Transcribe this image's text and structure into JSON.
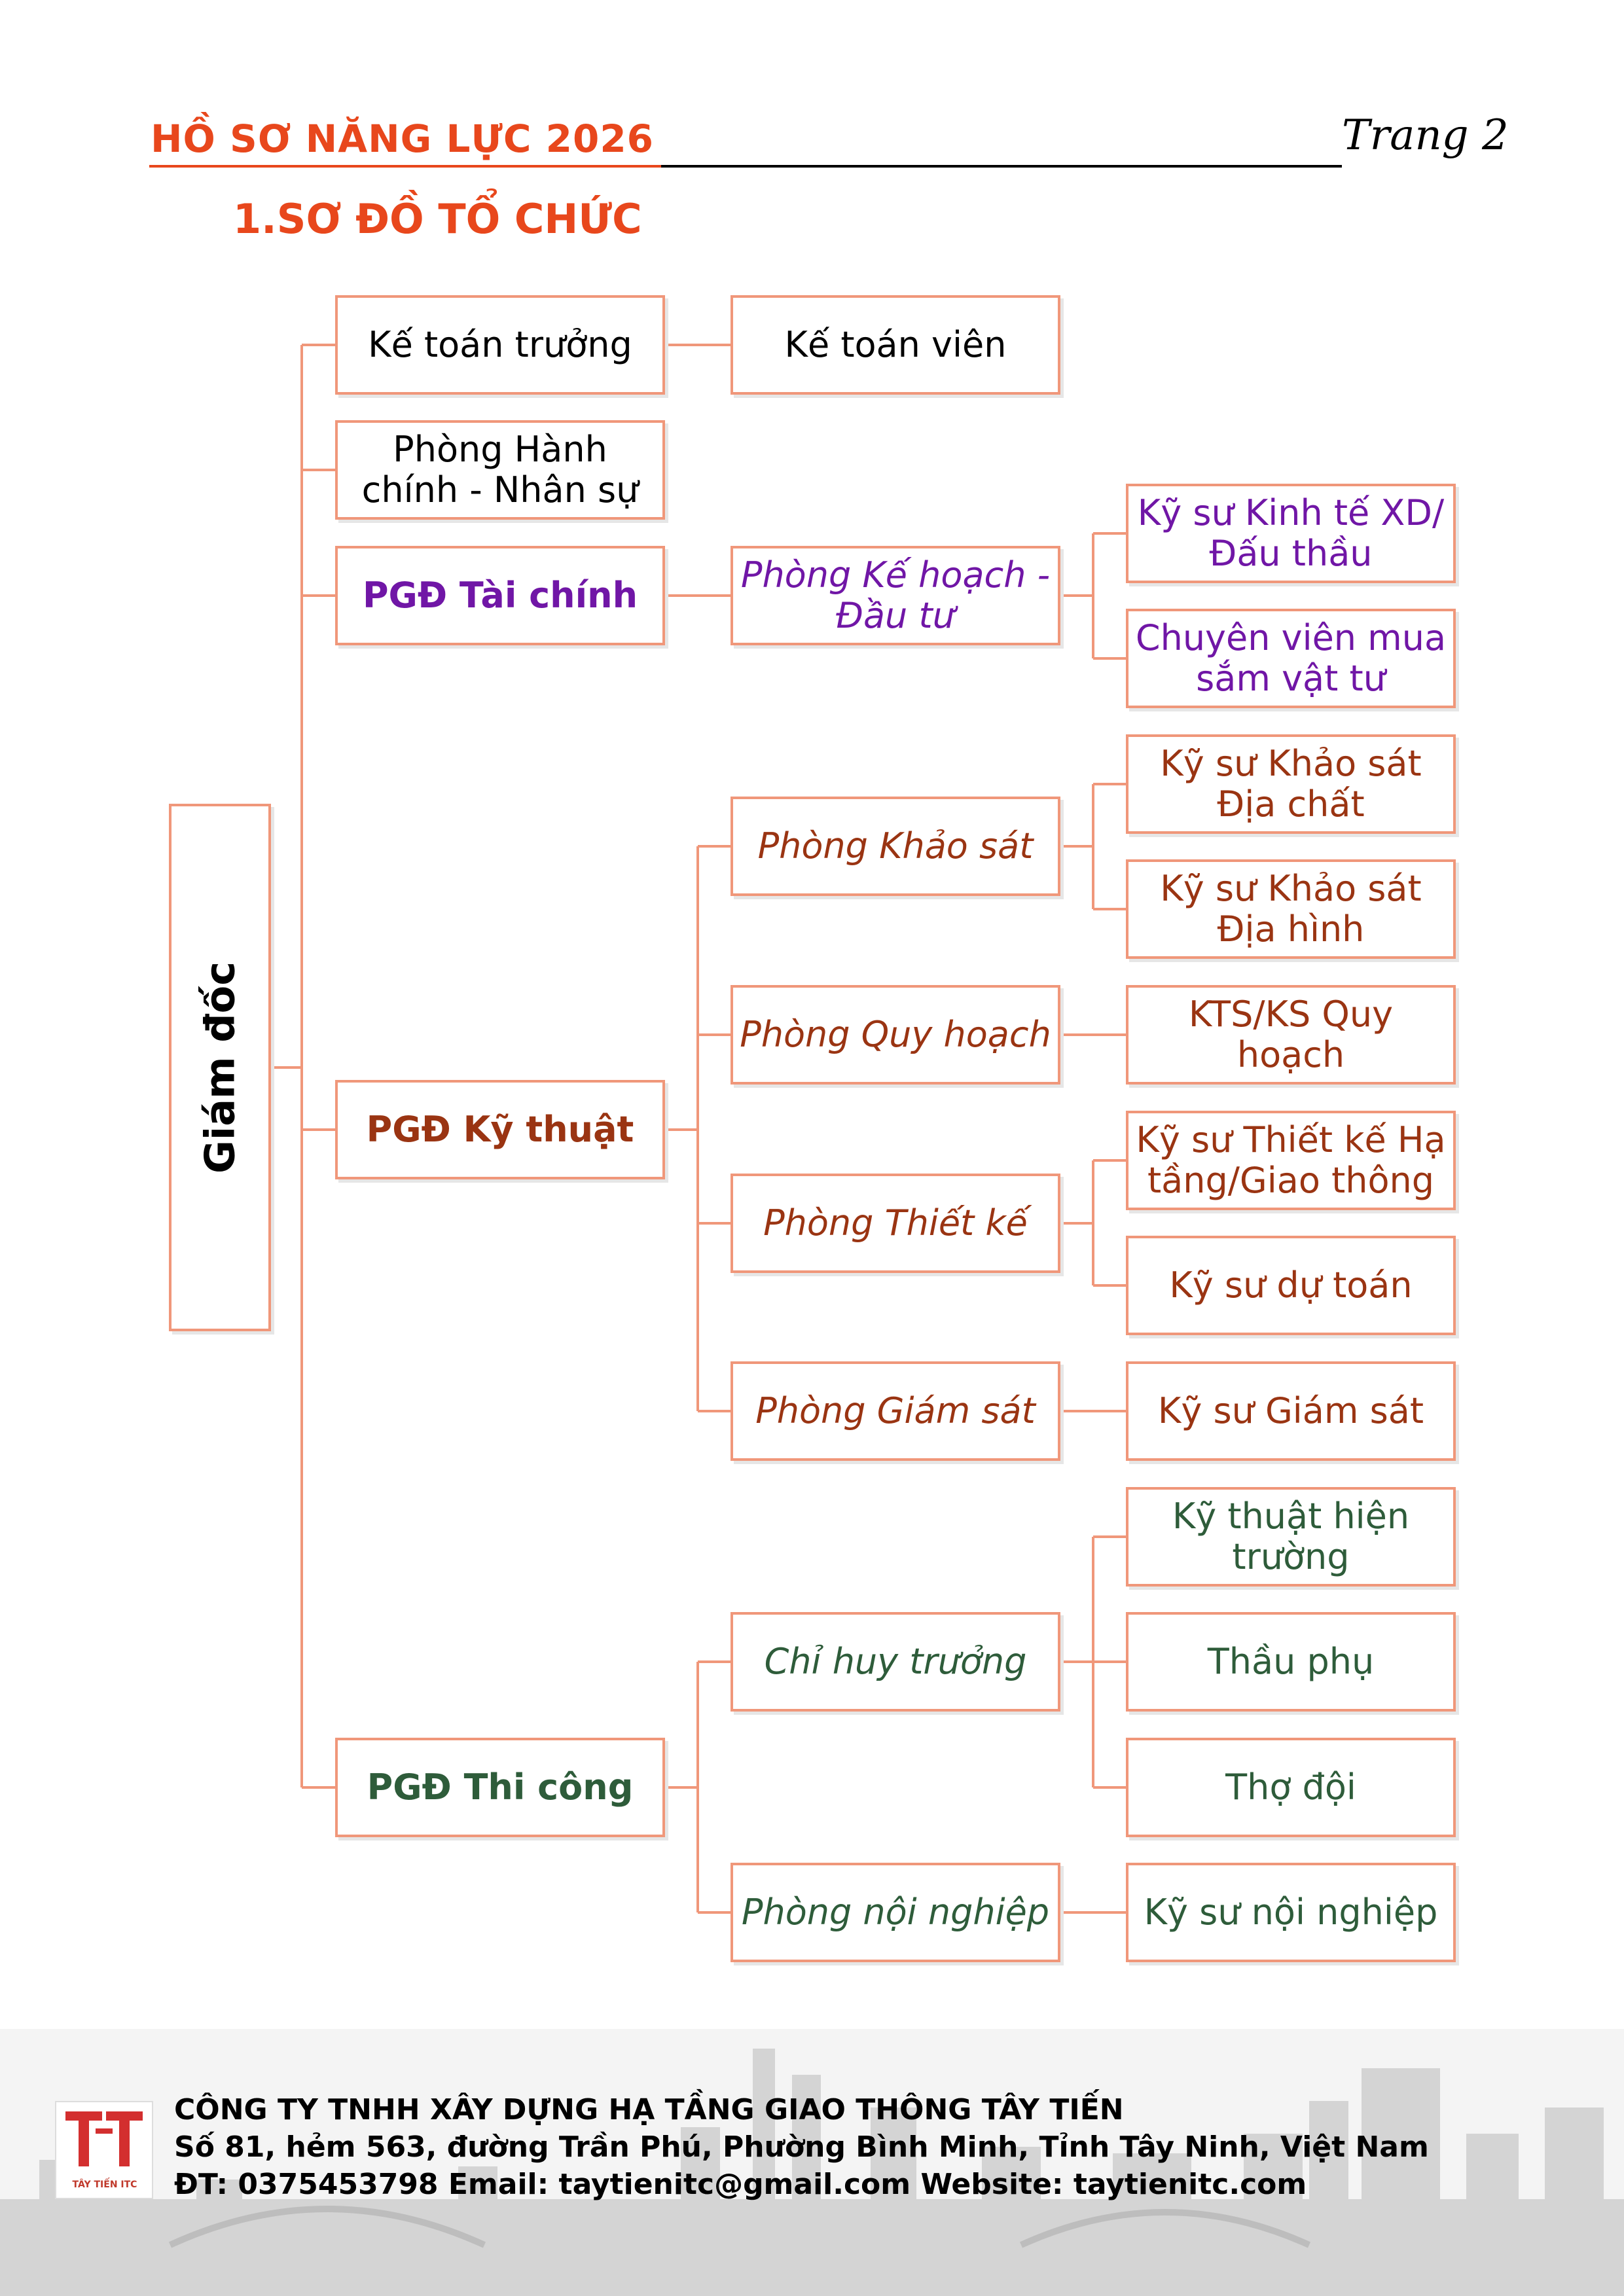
{
  "header": {
    "title": "HỒ SƠ NĂNG LỰC 2026",
    "page_label": "Trang 2"
  },
  "section_title": "1.SƠ ĐỒ TỔ CHỨC",
  "org": {
    "root": "Giám đốc",
    "chief_accountant": "Kế toán trưởng",
    "accountant": "Kế toán viên",
    "hr_office": "Phòng Hành chính - Nhân sự",
    "finance": {
      "head": "PGĐ Tài chính",
      "planning_dept": "Phòng Kế hoạch - Đầu tư",
      "economic_engineer": "Kỹ sư Kinh tế XD/Đấu thầu",
      "procurement": "Chuyên viên mua sắm vật tư"
    },
    "technical": {
      "head": "PGĐ Kỹ thuật",
      "survey_dept": "Phòng Khảo sát",
      "geology_engineer": "Kỹ sư Khảo sát Địa chất",
      "terrain_engineer": "Kỹ sư Khảo sát Địa hình",
      "planning_dept": "Phòng Quy hoạch",
      "planning_architect": "KTS/KS Quy hoạch",
      "design_dept": "Phòng Thiết kế",
      "design_engineer": "Kỹ sư Thiết kế Hạ tầng/Giao thông",
      "estimator": "Kỹ sư dự toán",
      "supervision_dept": "Phòng Giám sát",
      "supervision_engineer": "Kỹ sư Giám sát"
    },
    "construction": {
      "head": "PGĐ Thi công",
      "site_commander": "Chỉ huy trưởng",
      "site_technician": "Kỹ thuật hiện trường",
      "subcontractor": "Thầu phụ",
      "crew": "Thợ đội",
      "internal_dept": "Phòng nội nghiệp",
      "internal_engineer": "Kỹ sư nội nghiệp"
    }
  },
  "footer": {
    "company": "CÔNG TY TNHH XÂY DỰNG HẠ TẦNG GIAO THÔNG TÂY TIẾN",
    "address": "Số 81, hẻm 563, đường Trần Phú, Phường Bình Minh, Tỉnh Tây Ninh, Việt Nam",
    "contact": "ĐT: 0375453798  Email: taytienitc@gmail.com  Website: taytienitc.com",
    "logo_caption": "TÂY TIẾN ITC"
  },
  "colors": {
    "accent": "#e8471c",
    "connector": "#f0977a",
    "finance": "#7016a6",
    "technical": "#9a3412",
    "construction": "#2e5c3a"
  }
}
